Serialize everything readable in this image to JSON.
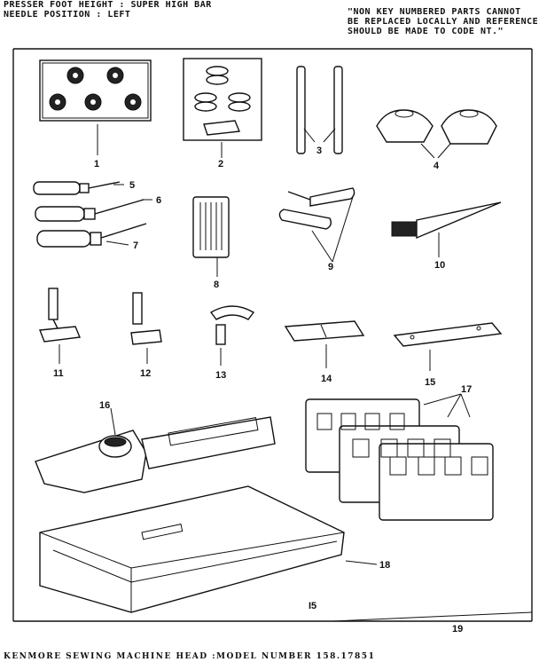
{
  "header": {
    "left_line1": "PRESSER FOOT HEIGHT : SUPER HIGH BAR",
    "left_line2": "NEEDLE POSITION : LEFT",
    "right_line1": "\"NON KEY NUMBERED PARTS CANNOT",
    "right_line2": "BE REPLACED LOCALLY AND REFERENCE",
    "right_line3": "SHOULD BE MADE TO CODE NT.\""
  },
  "parts": [
    {
      "number": "1",
      "depicts": "bobbin card"
    },
    {
      "number": "2",
      "depicts": "bobbins and felt"
    },
    {
      "number": "3",
      "depicts": "spool pins"
    },
    {
      "number": "4",
      "depicts": "spool caps"
    },
    {
      "number": "5",
      "depicts": "small screwdriver"
    },
    {
      "number": "6",
      "depicts": "medium screwdriver"
    },
    {
      "number": "7",
      "depicts": "large screwdriver"
    },
    {
      "number": "8",
      "depicts": "needle pack"
    },
    {
      "number": "9",
      "depicts": "seam ripper"
    },
    {
      "number": "10",
      "depicts": "lint brush"
    },
    {
      "number": "11",
      "depicts": "presser foot"
    },
    {
      "number": "12",
      "depicts": "zipper foot"
    },
    {
      "number": "13",
      "depicts": "buttonhole foot"
    },
    {
      "number": "14",
      "depicts": "feed cover plate"
    },
    {
      "number": "15",
      "depicts": "throat plate"
    },
    {
      "number": "16",
      "depicts": "buttonhole attachment"
    },
    {
      "number": "17",
      "depicts": "cam cards"
    },
    {
      "number": "18",
      "depicts": "accessory box"
    },
    {
      "number": "19",
      "depicts": "accessory kit"
    }
  ],
  "box_page_mark": "I5",
  "footer": "KENMORE SEWING MACHINE HEAD :MODEL NUMBER 158.17851"
}
